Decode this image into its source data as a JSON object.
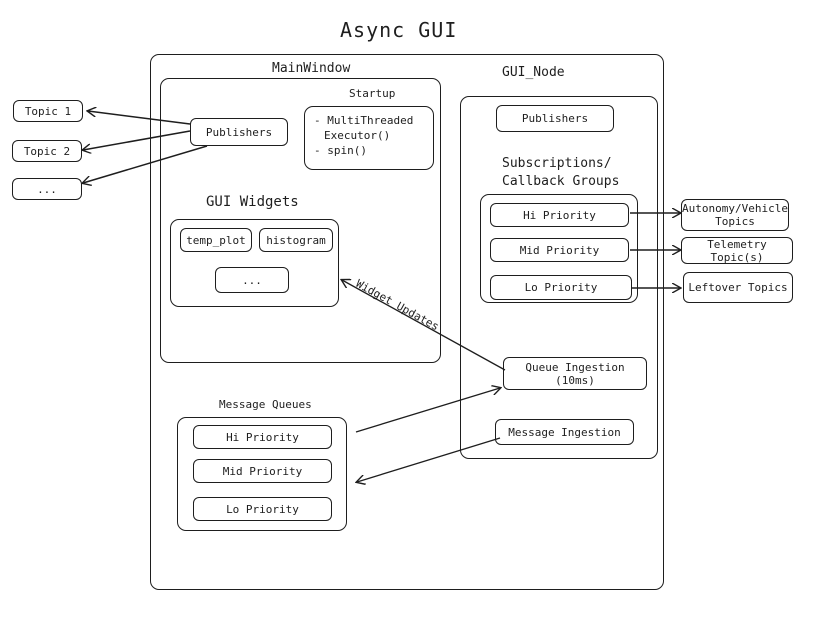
{
  "title": "Async GUI",
  "main_window": {
    "label": "MainWindow",
    "startup": {
      "label": "Startup",
      "items": [
        "- MultiThreaded",
        "Executor()",
        "- spin()"
      ]
    },
    "publishers_label": "Publishers",
    "gui_widgets": {
      "label": "GUI Widgets",
      "widgets": [
        "temp_plot",
        "histogram",
        "..."
      ]
    },
    "message_queues": {
      "label": "Message Queues",
      "queues": [
        "Hi Priority",
        "Mid Priority",
        "Lo Priority"
      ]
    }
  },
  "topics": [
    "Topic 1",
    "Topic 2",
    "..."
  ],
  "gui_node": {
    "label": "GUI_Node",
    "publishers_label": "Publishers",
    "subscriptions_label_line1": "Subscriptions/",
    "subscriptions_label_line2": "Callback Groups",
    "priorities": [
      "Hi Priority",
      "Mid Priority",
      "Lo Priority"
    ],
    "queue_ingestion_label": "Queue Ingestion (10ms)",
    "message_ingestion_label": "Message Ingestion"
  },
  "outputs": {
    "autonomy_line1": "Autonomy/Vehicle",
    "autonomy_line2": "Topics",
    "telemetry": "Telemetry Topic(s)",
    "leftover": "Leftover Topics"
  },
  "edge_labels": {
    "widget_updates": "Widget Updates"
  }
}
